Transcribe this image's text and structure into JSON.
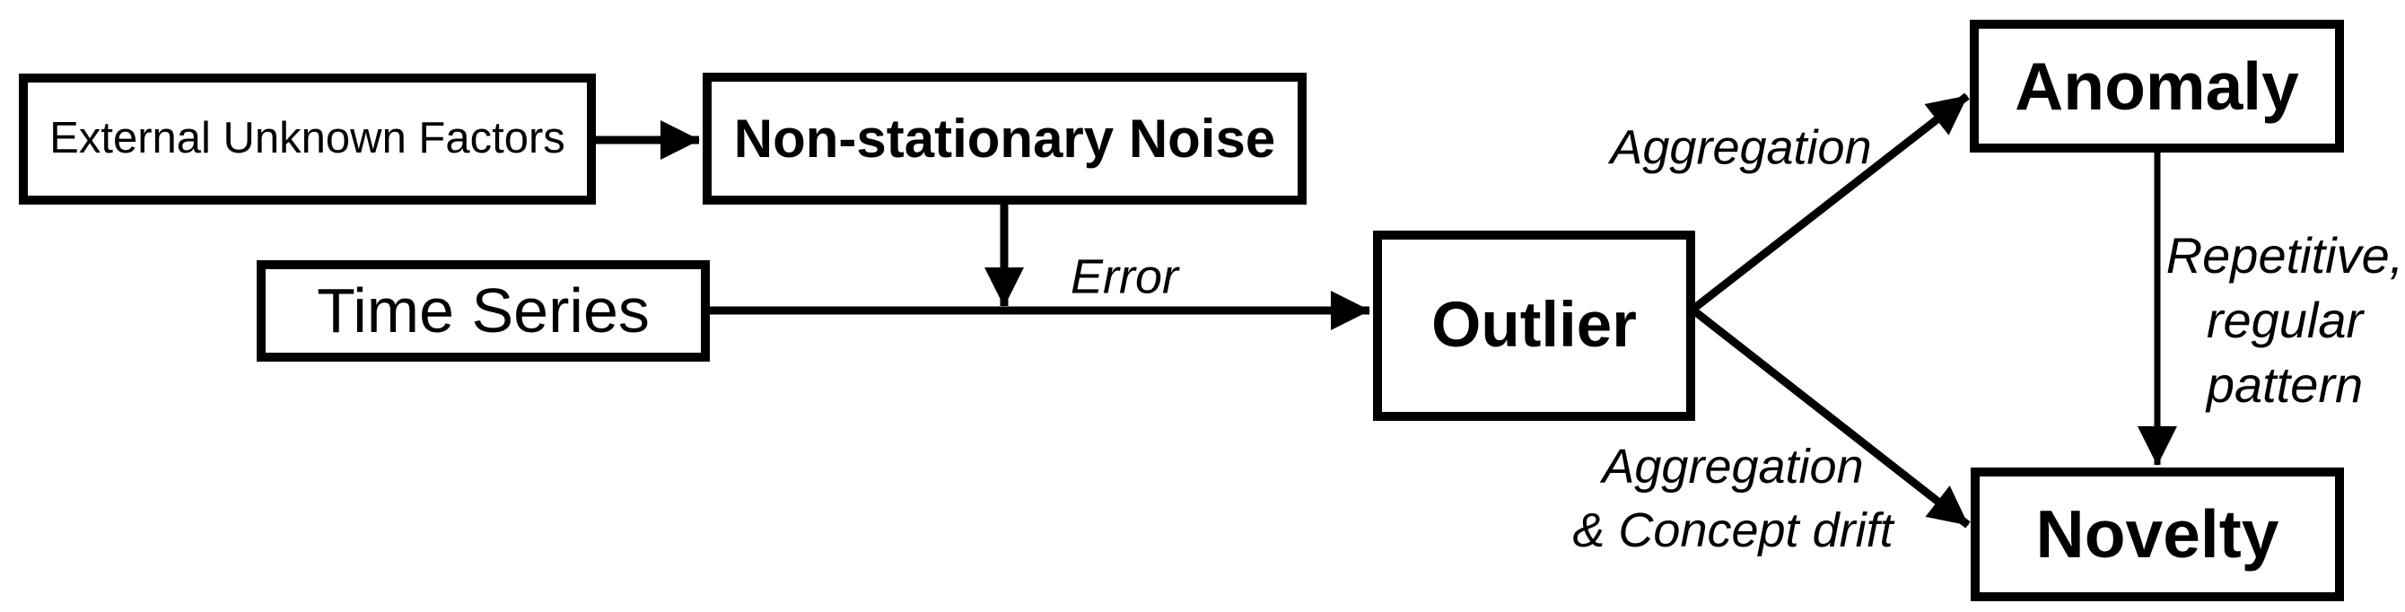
{
  "diagram": {
    "colors": {
      "stroke": "#000000",
      "background": "#ffffff",
      "text": "#000000"
    },
    "nodes": {
      "external_unknown_factors": {
        "label": "External Unknown Factors",
        "emphasis": "regular"
      },
      "non_stationary_noise": {
        "label": "Non-stationary Noise",
        "emphasis": "bold"
      },
      "time_series": {
        "label": "Time Series",
        "emphasis": "regular"
      },
      "outlier": {
        "label": "Outlier",
        "emphasis": "bold"
      },
      "anomaly": {
        "label": "Anomaly",
        "emphasis": "bold"
      },
      "novelty": {
        "label": "Novelty",
        "emphasis": "bold"
      }
    },
    "edges": {
      "euf_to_nsn": {
        "from": "External Unknown Factors",
        "to": "Non-stationary Noise",
        "label": ""
      },
      "nsn_to_flow": {
        "from": "Non-stationary Noise",
        "to": "Time Series flow",
        "label": "Error"
      },
      "ts_to_outlier": {
        "from": "Time Series",
        "to": "Outlier",
        "label": ""
      },
      "outlier_to_anomaly": {
        "from": "Outlier",
        "to": "Anomaly",
        "label": "Aggregation"
      },
      "outlier_to_novelty": {
        "from": "Outlier",
        "to": "Novelty",
        "label_lines": [
          "Aggregation",
          "& Concept drift"
        ]
      },
      "anomaly_to_novelty": {
        "from": "Anomaly",
        "to": "Novelty",
        "label_lines": [
          "Repetitive,",
          "regular",
          "pattern"
        ]
      }
    }
  }
}
